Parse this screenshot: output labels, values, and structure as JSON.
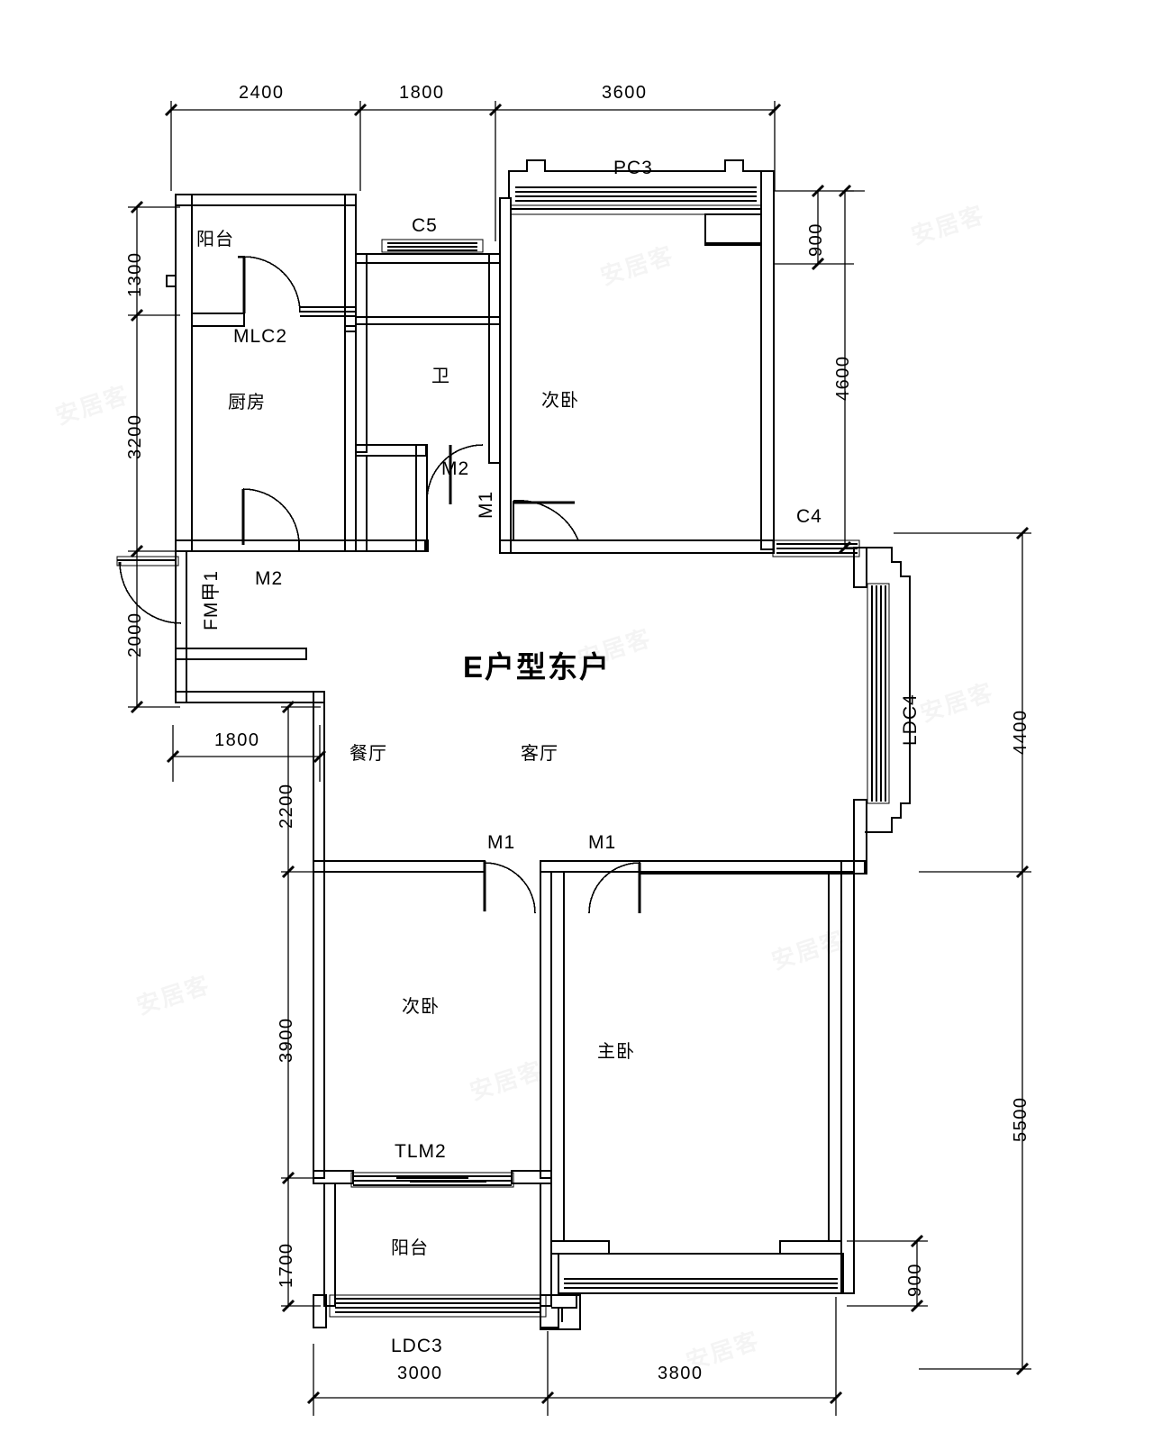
{
  "drawing": {
    "title": "E户型东户",
    "type": "floor-plan",
    "units": "mm",
    "line_color": "#000000",
    "background_color": "#ffffff"
  },
  "rooms": [
    {
      "key": "kitchen_balcony",
      "label": "阳台"
    },
    {
      "key": "kitchen",
      "label": "厨房"
    },
    {
      "key": "bathroom",
      "label": "卫"
    },
    {
      "key": "bedroom_ne",
      "label": "次卧"
    },
    {
      "key": "dining",
      "label": "餐厅"
    },
    {
      "key": "living",
      "label": "客厅"
    },
    {
      "key": "bedroom_sw",
      "label": "次卧"
    },
    {
      "key": "master_bedroom",
      "label": "主卧"
    },
    {
      "key": "south_balcony",
      "label": "阳台"
    }
  ],
  "openings": [
    {
      "key": "mlc2",
      "label": "MLC2"
    },
    {
      "key": "c5",
      "label": "C5"
    },
    {
      "key": "pc3",
      "label": "PC3"
    },
    {
      "key": "c4",
      "label": "C4"
    },
    {
      "key": "ldc4",
      "label": "LDC4"
    },
    {
      "key": "ldc3",
      "label": "LDC3"
    },
    {
      "key": "tlm2",
      "label": "TLM2"
    },
    {
      "key": "m2_kitchen",
      "label": "M2"
    },
    {
      "key": "m2_bath",
      "label": "M2"
    },
    {
      "key": "m1_bedroom_ne",
      "label": "M1"
    },
    {
      "key": "m1_bedroom_sw",
      "label": "M1"
    },
    {
      "key": "m1_master",
      "label": "M1"
    },
    {
      "key": "fm_entry",
      "label": "FM甲1"
    }
  ],
  "dimensions": {
    "top": [
      {
        "value": "2400"
      },
      {
        "value": "1800"
      },
      {
        "value": "3600"
      }
    ],
    "left": [
      {
        "value": "1300"
      },
      {
        "value": "3200"
      },
      {
        "value": "2000"
      }
    ],
    "left_lower": [
      {
        "value": "1800"
      },
      {
        "value": "2200"
      },
      {
        "value": "3900"
      },
      {
        "value": "1700"
      }
    ],
    "right": [
      {
        "value": "900"
      },
      {
        "value": "4600"
      },
      {
        "value": "4400"
      },
      {
        "value": "5500"
      },
      {
        "value": "900"
      }
    ],
    "bottom": [
      {
        "value": "3000"
      },
      {
        "value": "3800"
      }
    ]
  },
  "watermarks": [
    {
      "text": "安居客"
    },
    {
      "text": "安居客"
    },
    {
      "text": "安居客"
    },
    {
      "text": "安居客"
    },
    {
      "text": "安居客"
    },
    {
      "text": "安居客"
    },
    {
      "text": "安居客"
    },
    {
      "text": "安居客"
    },
    {
      "text": "安居客"
    }
  ]
}
